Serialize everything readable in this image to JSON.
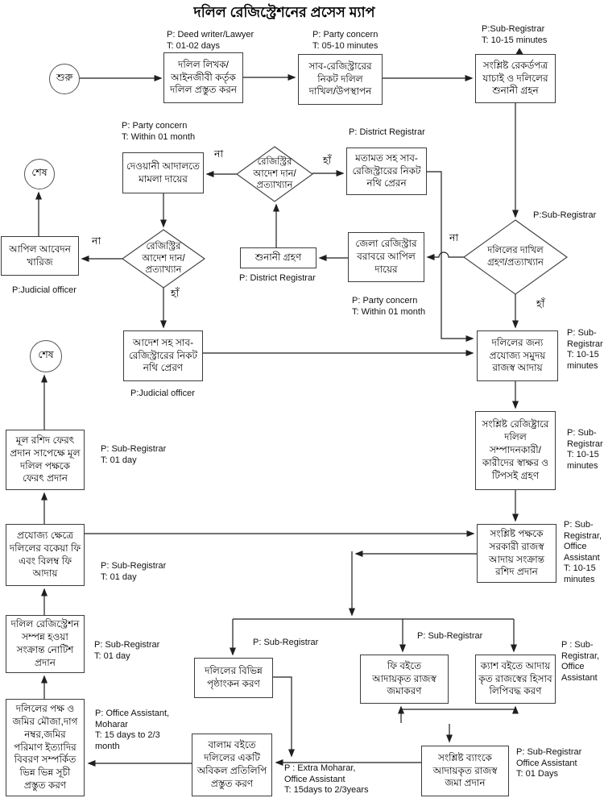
{
  "title": "দলিল রেজিস্ট্রেশনের প্রসেস ম্যাপ",
  "terminals": {
    "start": "শুরু",
    "end": "শেষ"
  },
  "decisions": {
    "yes": "হাঁ",
    "no": "না"
  },
  "boxes": {
    "prepare_deed": "দলিল লিখক/\nআইনজীবী কর্তৃক\nদলিল প্রস্তুত করন",
    "submit_deed": "সাব-রেজিস্ট্রারের\nনিকট দলিল\nদাখিল/উপস্থাপন",
    "verify_records": "সংশ্লিষ্ট রেকর্ডপত্র\nযাচাই ও দলিলের\nশুনানী গ্রহন",
    "civil_suit": "দেওয়ানী আদালতে\nমামলা দায়ের",
    "opinion_to_subregistrar": "মতামত সহ সাব-\nরেজিস্ট্রারের নিকট\nনথি প্রেরন",
    "appeal_dismissed": "আপিল আবেদন\nখারিজ",
    "hearing": "শুনানী গ্রহণ",
    "appeal_district_registrar": "জেলা রেজিস্ট্রার\nবরাবরে আপিল\nদায়ের",
    "order_to_subregistrar": "আদেশ সহ সাব-\nরেজিস্ট্রারের নিকট\nনথি প্রেরণ",
    "collect_revenue": "দলিলের জন্য\nপ্রযোজ্য সমুদয়\nরাজস্ব আদায়",
    "signatures_thumbprints": "সংশ্লিষ্ট রেজিষ্ট্রারে\nদলিল\nসম্পাদনকারী/\nকারীদের স্বাক্ষর ও\nটিপসই গ্রহণ",
    "revenue_receipt": "সংশ্লিষ্ট পক্ষকে\nসরকারী রাজস্ব\nআদায় সংক্রান্ত\nরশিদ প্রদান",
    "return_original_deed": "মূল রশিদ ফেরৎ\nপ্রদান সাপেক্ষে মূল\nদলিল পক্ষকে\nফেরৎ প্রদান",
    "due_late_fees": "প্রযোজ্য ক্ষেত্রে\nদলিলের বকেয়া ফি\nএবং বিলম্ব ফি\nআদায়",
    "completion_notice": "দলিল রেজিস্ট্রেশন\nসম্পন্ন হওয়া\nসংক্রান্ত নোটিশ\nপ্রদান",
    "prepare_indexes": "দলিলের পক্ষ ও\nজমির মৌজা,দাগ\nনম্বর,জমির\nপরিমাণ ইত্যাদির\nবিবরণ সম্পর্কিত\nভিন্ন ভিন্ন সূচী\nপ্রস্তুত করণ",
    "endorsements": "দলিলের বিভিন্ন\nপৃষ্ঠাংকন করণ",
    "balam_copy": "বালাম বইতে\nদলিলের একটি\nঅবিকল প্রতিলিপি\nপ্রস্তুত করণ",
    "fee_book": "ফি বইতে\nআদায়কৃত রাজস্ব\nজমাকরণ",
    "cash_book": "ক্যাশ বইতে আদায়\nকৃত রাজস্বের হিসাব\nলিপিবদ্ধ করণ",
    "bank_deposit": "সংশ্লিষ্ট ব্যাংকে\nআদায়কৃত রাজস্ব\nজমা প্রদান"
  },
  "diamonds": {
    "registry_order_top": "রেজিস্ট্রির\nআদেশ দান/\nপ্রত্যাখ্যান",
    "registry_order_left": "রেজিস্ট্রির\nআদেশ দান/\nপ্রত্যাখ্যান",
    "deed_submission": "দলিলের দাখিল\nগ্রহণ/প্রত্যাখ্যান"
  },
  "annotations": {
    "prepare_deed": "P: Deed writer/Lawyer\nT: 01-02 days",
    "submit_deed": "P: Party concern\nT: 05-10 minutes",
    "verify_records": "P:Sub-Registrar\nT: 10-15 minutes",
    "civil_suit": "P: Party concern\nT: Within 01 month",
    "district_registrar_top": "P: District Registrar",
    "subregistrar_decision": "P:Sub-Registrar",
    "judicial_officer_appeal": "P:Judicial officer",
    "district_registrar_hearing": "P: District Registrar",
    "party_appeal": "P: Party concern\nT: Within 01 month",
    "collect_revenue": "P: Sub-\nRegistrar\nT: 10-15\nminutes",
    "judicial_officer_order": "P:Judicial officer",
    "signatures": "P: Sub-\nRegistrar\nT: 10-15\nminutes",
    "return_deed": "P: Sub-Registrar\nT: 01 day",
    "revenue_receipt": "P: Sub-\nRegistrar,\nOffice\nAssistant\nT: 10-15\nminutes",
    "due_fees": "P: Sub-Registrar\nT: 01 day",
    "completion_notice": "P: Sub-Registrar\nT: 01 day",
    "endorsements": "P: Sub-Registrar",
    "fee_book": "P: Sub-Registrar",
    "cash_book": "P : Sub-\nRegistrar,\nOffice\nAssistant",
    "indexes": "P: Office Assistant,\nMoharar\nT: 15 days to 2/3\nmonth",
    "balam_copy": "P : Extra Moharar,\nOffice Assistant\nT: 15days to 2/3years",
    "bank_deposit": "P: Sub-Registrar\nOffice Assistant\nT: 01 Days"
  }
}
